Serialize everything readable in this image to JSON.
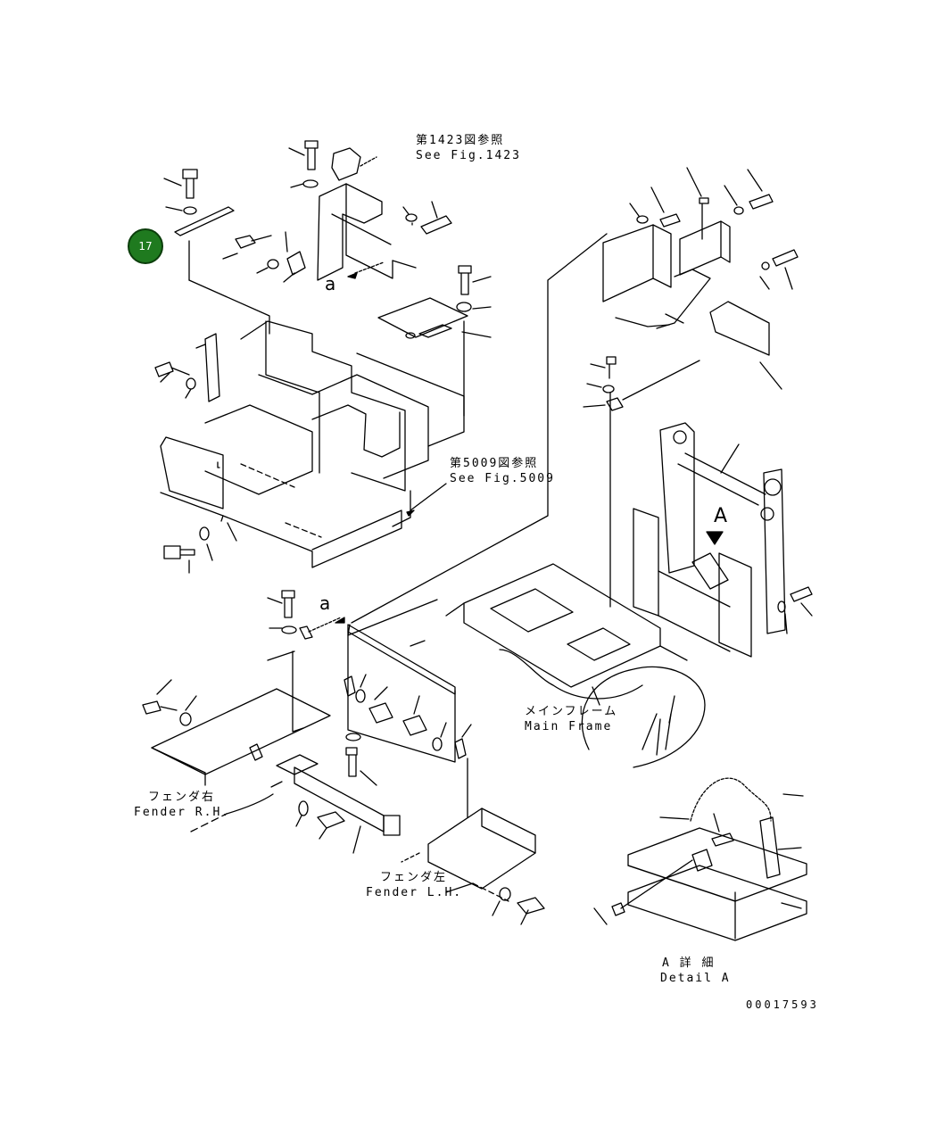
{
  "callout": {
    "number": "17",
    "color": "#1f7a1f"
  },
  "refs": {
    "fig1423_jp": "第1423図参照",
    "fig1423_en": "See Fig.1423",
    "fig5009_jp": "第5009図参照",
    "fig5009_en": "See Fig.5009"
  },
  "labels": {
    "arrow_a_top": "a",
    "arrow_a_mid": "a",
    "detail_marker": "A",
    "main_frame_jp": "メインフレーム",
    "main_frame_en": "Main Frame",
    "fender_rh_jp": "フェンダ右",
    "fender_rh_en": "Fender R.H.",
    "fender_lh_jp": "フェンダ左",
    "fender_lh_en": "Fender L.H.",
    "detail_a_jp": "A 詳 細",
    "detail_a_en": "Detail A"
  },
  "drawing_number": "00017593",
  "line_color": "#000000"
}
